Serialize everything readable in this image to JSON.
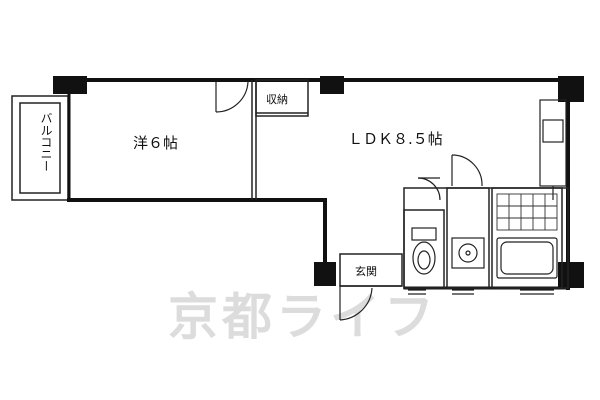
{
  "rooms": {
    "western_room": "洋６帖",
    "ldk": "ＬＤＫ８.５帖",
    "storage": "収納",
    "entrance": "玄関",
    "balcony": "バルコニー"
  },
  "watermark": "京都ライフ",
  "colors": {
    "wall": "#111111",
    "line": "#222222",
    "watermark": "#dcdcdc",
    "background": "#ffffff"
  }
}
